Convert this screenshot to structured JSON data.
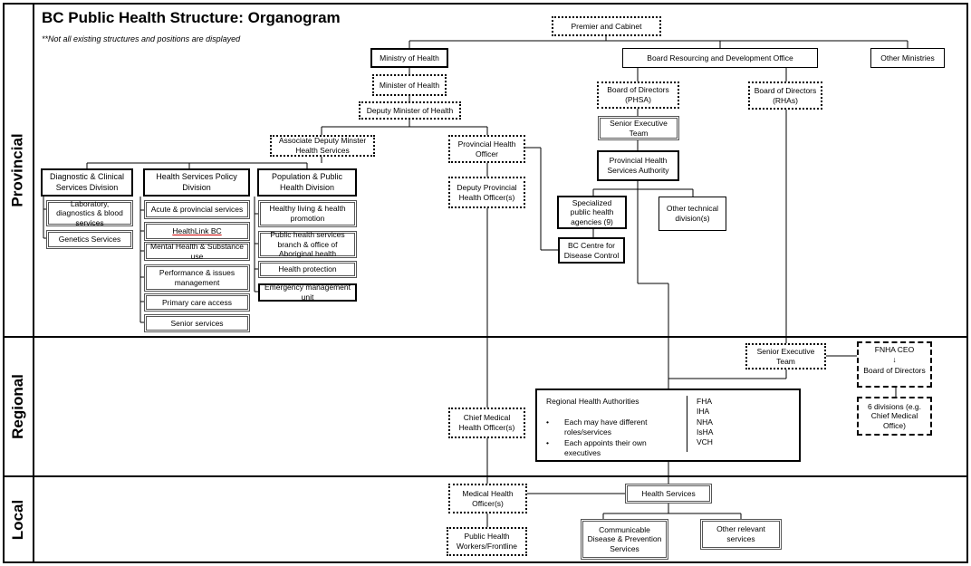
{
  "title": "BC Public Health Structure: Organogram",
  "note": "**Not all existing structures and positions are displayed",
  "bands": {
    "provincial": "Provincial",
    "regional": "Regional",
    "local": "Local"
  },
  "provincial": {
    "premier": "Premier and Cabinet",
    "ministry": "Ministry of Health",
    "board_office": "Board Resourcing and Development Office",
    "other_ministries": "Other Ministries",
    "minister": "Minister of Health",
    "deputy_minister": "Deputy Minister of Health",
    "associate_deputy": "Associate Deputy Minster Health Services",
    "divisions": {
      "diagnostic": {
        "label": "Diagnostic & Clinical Services Division",
        "items": [
          "Laboratory, diagnostics & blood services",
          "Genetics Services"
        ]
      },
      "policy": {
        "label": "Health Services Policy Division",
        "items": [
          "Acute & provincial services",
          "HealthLink BC",
          "Mental Health & Substance use",
          "Performance & issues management",
          "Primary care access",
          "Senior services"
        ]
      },
      "population": {
        "label": "Population & Public Health Division",
        "items": [
          "Healthy living & health promotion",
          "Public health services branch & office of Aboriginal health",
          "Health protection",
          "Emergency management unit"
        ]
      }
    },
    "pho": "Provincial Health Officer",
    "deputy_pho": "Deputy Provincial Health Officer(s)",
    "board_phsa": "Board of Directors (PHSA)",
    "board_rha": "Board of Directors (RHAs)",
    "senior_exec": "Senior Executive Team",
    "phsa": "Provincial Health Services Authority",
    "specialized": "Specialized public health agencies (9)",
    "other_technical": "Other technical division(s)",
    "bccdc": "BC Centre for Disease Control"
  },
  "regional": {
    "senior_exec": "Senior Executive Team",
    "fnha_ceo": "FNHA CEO",
    "fnha_arrow": "↓",
    "fnha_board": "Board of Directors",
    "fnha_divisions": "6 divisions (e.g. Chief Medical Office)",
    "cmho": "Chief Medical Health Officer(s)",
    "rha": {
      "title": "Regional Health Authorities",
      "bullets": [
        "Each may have different roles/services",
        "Each appoints their own executives"
      ],
      "codes": [
        "FHA",
        "IHA",
        "NHA",
        "IsHA",
        "VCH"
      ]
    }
  },
  "local": {
    "mho": "Medical Health Officer(s)",
    "health_services": "Health Services",
    "ph_workers": "Public Health Workers/Frontline",
    "cdps": "Communicable Disease & Prevention Services",
    "other_services": "Other relevant services"
  }
}
